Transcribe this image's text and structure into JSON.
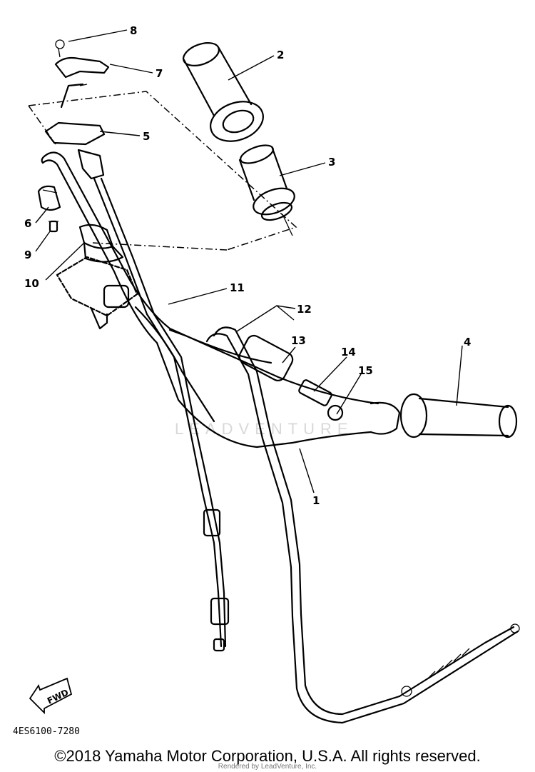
{
  "diagram": {
    "part_code": "4ES6100-7280",
    "fwd_label": "FWD",
    "watermark": "LEADVENTURE",
    "callouts": {
      "c1": "1",
      "c2": "2",
      "c3": "3",
      "c4": "4",
      "c5": "5",
      "c6": "6",
      "c7": "7",
      "c8": "8",
      "c9": "9",
      "c10": "10",
      "c11": "11",
      "c12": "12",
      "c13": "13",
      "c14": "14",
      "c15": "15"
    }
  },
  "footer": {
    "copyright": "©2018 Yamaha Motor Corporation, U.S.A. All rights reserved.",
    "rendered_by": "Rendered by LeadVenture, Inc."
  }
}
